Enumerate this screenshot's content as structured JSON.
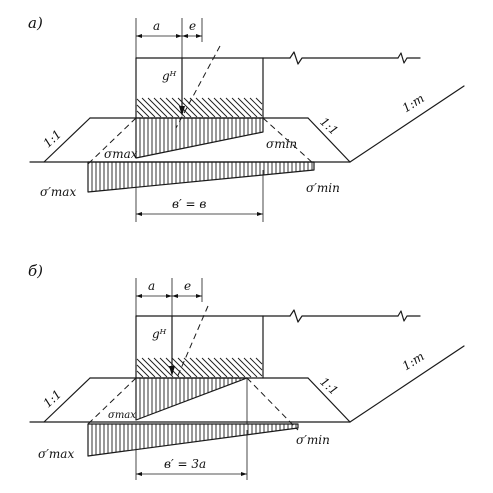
{
  "panels": [
    {
      "id": "a",
      "label": "а)",
      "dim_a": "a",
      "dim_e": "e",
      "load": "gᴴ",
      "slope_left": "1:1",
      "slope_right": "1:1",
      "slope_far": "1:m",
      "sigma_max": "σmax",
      "sigma_min": "σmin",
      "sigma_max_prime": "σ′max",
      "sigma_min_prime": "σ′min",
      "base_width": "в′ = в"
    },
    {
      "id": "b",
      "label": "б)",
      "dim_a": "a",
      "dim_e": "e",
      "load": "gᴴ",
      "slope_left": "1:1",
      "slope_right": "1:1",
      "slope_far": "1:m",
      "sigma_max": "σmax",
      "sigma_min": "",
      "sigma_max_prime": "σ′max",
      "sigma_min_prime": "σ′min",
      "base_width": "в′ = 3a"
    }
  ]
}
